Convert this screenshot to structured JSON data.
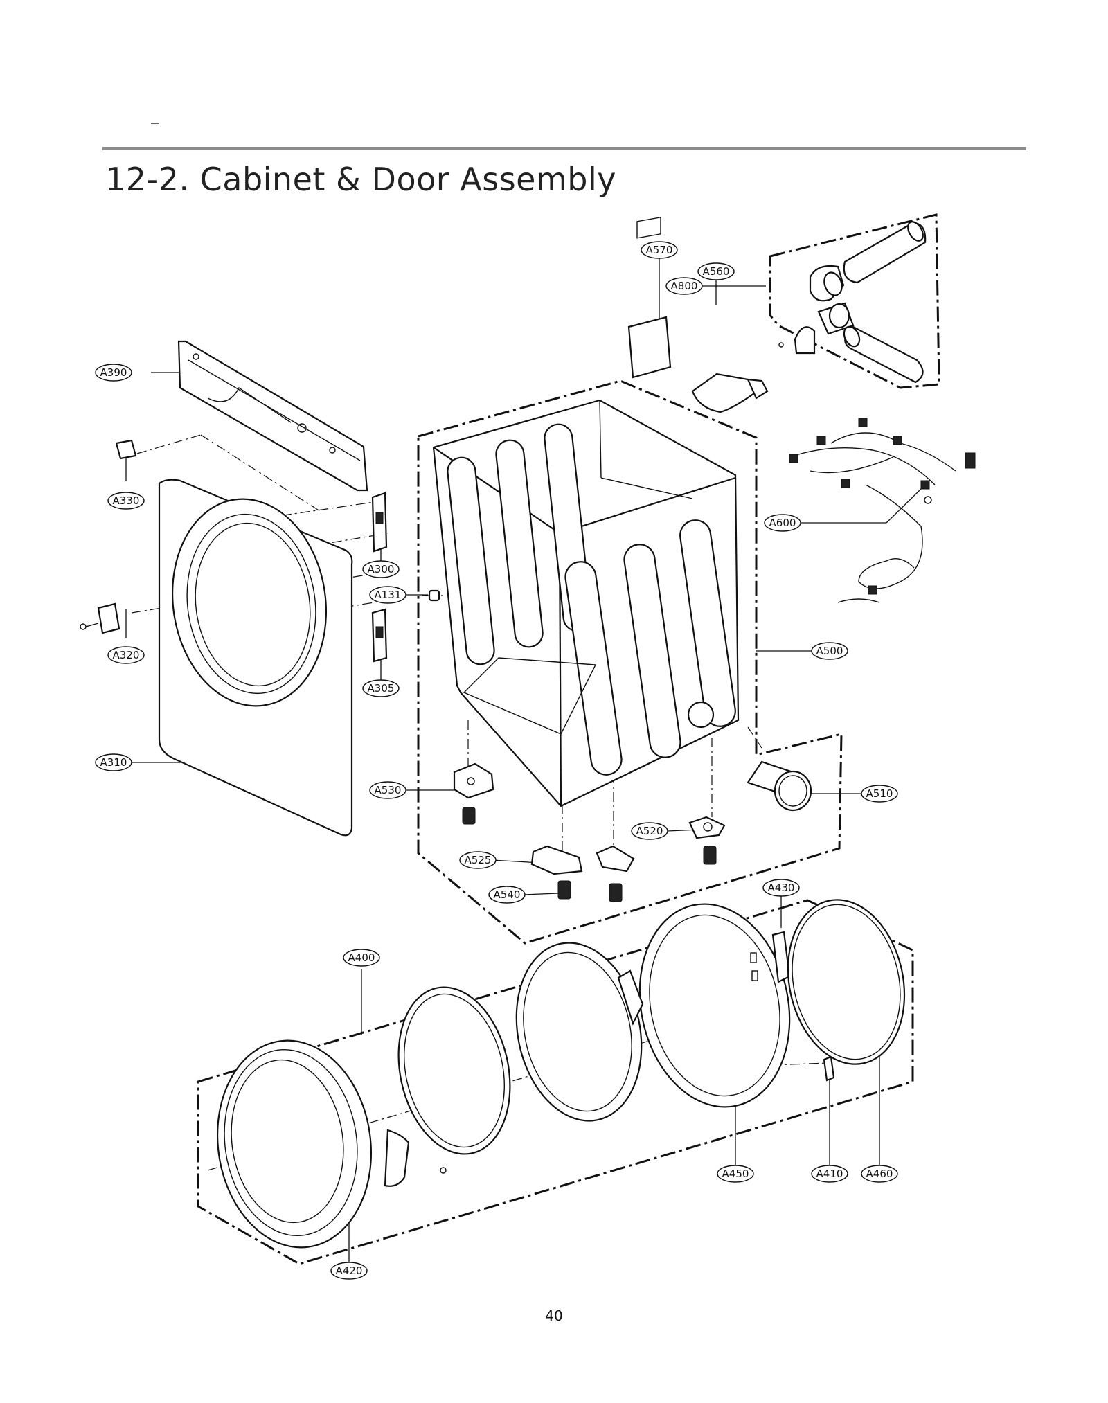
{
  "header": {
    "title": "12-2. Cabinet & Door Assembly"
  },
  "footer": {
    "page_number": "40"
  },
  "callouts": {
    "A800": "A800",
    "A570": "A570",
    "A560": "A560",
    "A390": "A390",
    "A330": "A330",
    "A600": "A600",
    "A300": "A300",
    "A131": "A131",
    "A320": "A320",
    "A500": "A500",
    "A305": "A305",
    "A310": "A310",
    "A530": "A530",
    "A510": "A510",
    "A520": "A520",
    "A525": "A525",
    "A540": "A540",
    "A430": "A430",
    "A400": "A400",
    "A450": "A450",
    "A410": "A410",
    "A460": "A460",
    "A420": "A420"
  }
}
